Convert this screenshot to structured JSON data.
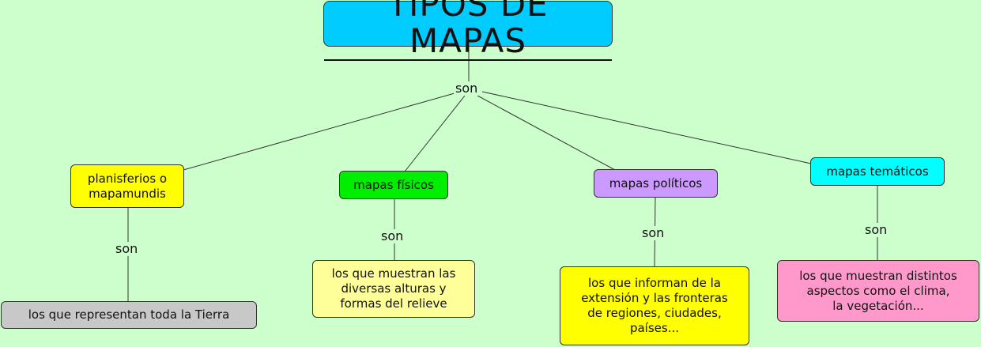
{
  "title": "TIPOS DE MAPAS",
  "connector_top": "son",
  "categories": [
    {
      "label": "planisferios o\nmapamundis",
      "color": "#ffff00"
    },
    {
      "label": "mapas físicos",
      "color": "#00ee00"
    },
    {
      "label": "mapas políticos",
      "color": "#cc99ff"
    },
    {
      "label": "mapas temáticos",
      "color": "#00ffff"
    }
  ],
  "connectors_lower": [
    "son",
    "son",
    "son",
    "son"
  ],
  "descriptions": [
    {
      "text": "los que representan toda la Tierra",
      "color": "#c8c8c8"
    },
    {
      "text": "los que muestran las\ndiversas alturas y\nformas del relieve",
      "color": "#ffff99"
    },
    {
      "text": "los que informan de la\nextensión y las fronteras\nde regiones, ciudades,\npaíses...",
      "color": "#ffff00"
    },
    {
      "text": "los que muestran distintos\naspectos como el clima,\nla vegetación...",
      "color": "#ff99cc"
    }
  ],
  "colors": {
    "background": "#ccffcc",
    "title_fill": "#00ccff",
    "line": "#333333"
  }
}
